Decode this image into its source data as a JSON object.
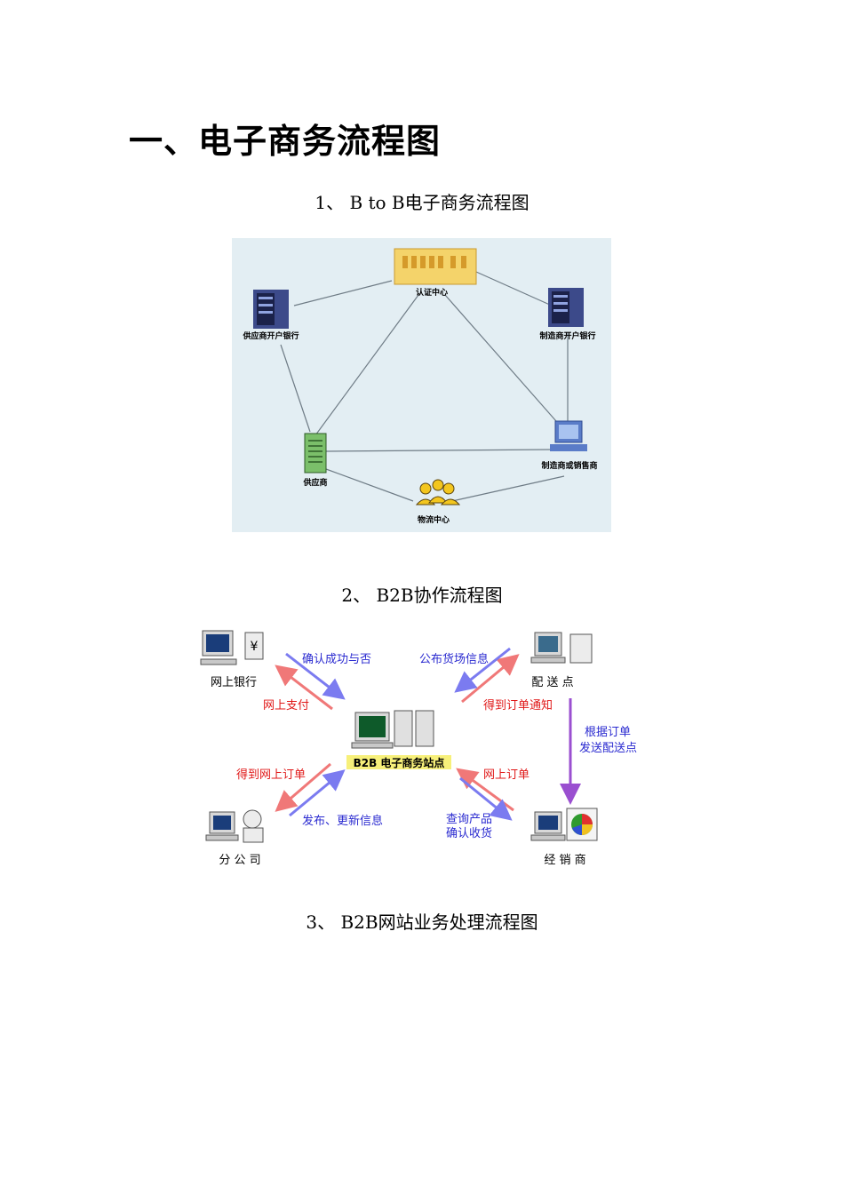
{
  "page_title": "一、电子商务流程图",
  "sections": [
    {
      "heading": "1、 B to B电子商务流程图"
    },
    {
      "heading": "2、 B2B协作流程图"
    },
    {
      "heading": "3、 B2B网站业务处理流程图"
    }
  ],
  "diagram1": {
    "nodes": {
      "cert_center": "认证中心",
      "supplier_bank": "供应商开户银行",
      "maker_bank": "制造商开户银行",
      "supplier": "供应商",
      "maker_seller": "制造商或销售商",
      "logistics": "物流中心"
    }
  },
  "diagram2": {
    "nodes": {
      "bank": "网上银行",
      "delivery": "配 送 点",
      "center": "B2B 电子商务站点",
      "branch": "分 公 司",
      "dealer": "经 销 商"
    },
    "labels": {
      "confirm_success": "确认成功与否",
      "online_payment": "网上支付",
      "publish_goods": "公布货场信息",
      "get_order_notice": "得到订单通知",
      "by_order_1": "根据订单",
      "by_order_2": "发送配送点",
      "get_online_order": "得到网上订单",
      "publish_update": "发布、更新信息",
      "online_order": "网上订单",
      "query_product": "查询产品",
      "confirm_receipt": "确认收货"
    },
    "colors": {
      "blue_arrow": "#7b7bf0",
      "red_arrow": "#f07878",
      "purple_arrow": "#9a4fd0",
      "text_blue": "#2a2ad0",
      "text_red": "#e01818"
    }
  }
}
